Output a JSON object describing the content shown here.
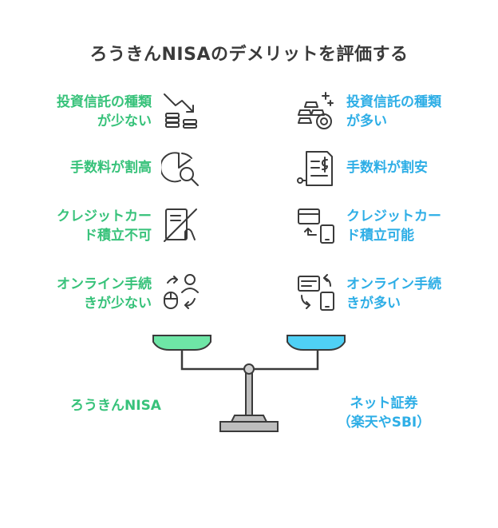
{
  "title": "ろうきんNISAのデメリットを評価する",
  "left_items": [
    {
      "line1": "投資信託の種類",
      "line2": "が少ない",
      "icon": "declining-chart-coins-icon"
    },
    {
      "line1": "手数料が割高",
      "line2": "",
      "icon": "pie-chart-magnifier-icon"
    },
    {
      "line1": "クレジットカー",
      "line2": "ド積立不可",
      "icon": "no-card-payment-icon"
    },
    {
      "line1": "オンライン手続",
      "line2": "きが少ない",
      "icon": "person-mouse-exchange-icon"
    }
  ],
  "right_items": [
    {
      "line1": "投資信託の種類",
      "line2": "が多い",
      "icon": "gold-bars-coin-icon"
    },
    {
      "line1": "手数料が割安",
      "line2": "",
      "icon": "receipt-dollar-icon"
    },
    {
      "line1": "クレジットカー",
      "line2": "ド積立可能",
      "icon": "card-to-phone-icon"
    },
    {
      "line1": "オンライン手続",
      "line2": "きが多い",
      "icon": "form-phone-exchange-icon"
    }
  ],
  "bottom": {
    "left": "ろうきんNISA",
    "right_line1": "ネット証券",
    "right_line2": "（楽天やSBI）"
  },
  "colors": {
    "left_accent": "#37c27a",
    "right_accent": "#2eaee6",
    "left_pan": "#6ee6a6",
    "right_pan": "#4fd0f5",
    "icon_stroke": "#3a3a3a"
  }
}
